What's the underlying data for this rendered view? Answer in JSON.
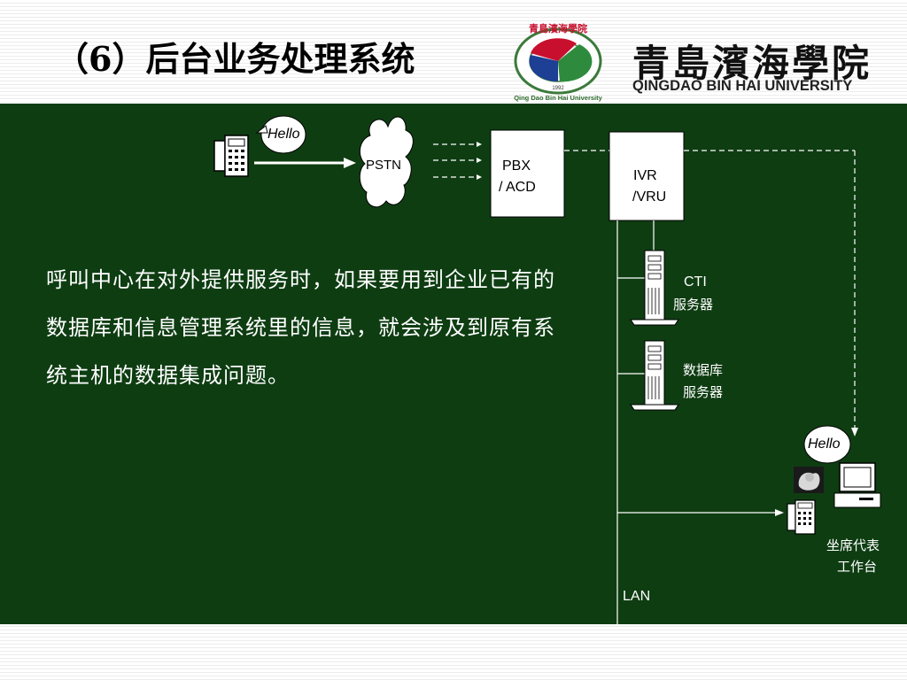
{
  "slide": {
    "title": "（6）后台业务处理系统"
  },
  "logo": {
    "name_cn": "青島濱海學院",
    "name_en": "QINGDAO BIN HAI UNIVERSITY",
    "emblem_top_text": "青島濱海學院",
    "emblem_bottom_text": "Qing Dao Bin Hai University",
    "emblem_year": "1992"
  },
  "body": {
    "text": "呼叫中心在对外提供服务时，如果要用到企业已有的数据库和信息管理系统里的信息，就会涉及到原有系统主机的数据集成问题。"
  },
  "diagram": {
    "caller_bubble": "Hello",
    "pstn_label": "PSTN",
    "pbx_line1": "PBX",
    "pbx_line2": "/ ACD",
    "ivr_line1": "IVR",
    "ivr_line2": "/VRU",
    "cti_line1": "CTI",
    "cti_line2": "服务器",
    "db_line1": "数据库",
    "db_line2": "服务器",
    "agent_bubble": "Hello",
    "agent_line1": "坐席代表",
    "agent_line2": "工作台",
    "lan_label": "LAN"
  },
  "colors": {
    "panel_bg": "#0e3d12",
    "text": "#ffffff",
    "logo_red": "#c8102e",
    "logo_blue": "#1d3f94",
    "logo_green": "#2e8b3d"
  },
  "icons": [
    "telephone-icon",
    "cloud-icon",
    "server-icon",
    "desktop-computer-icon",
    "headset-operator-icon"
  ]
}
